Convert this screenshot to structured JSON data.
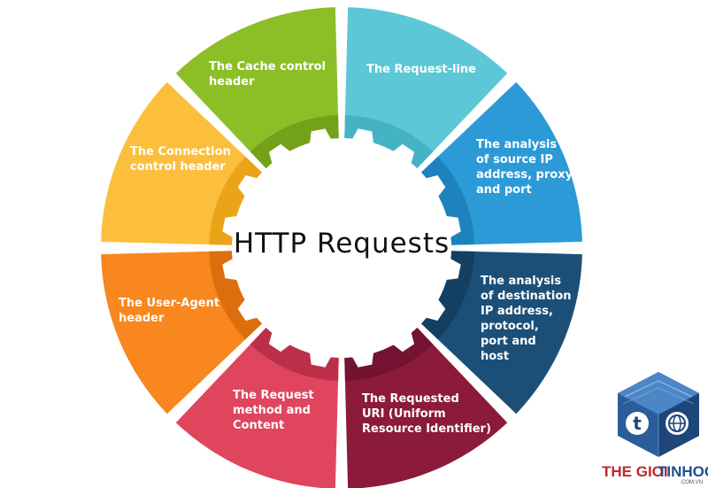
{
  "title": "HTTP Requests",
  "segments": [
    {
      "id": "request-line",
      "color": "#5cc7d6",
      "dark": "#3fb0c2",
      "lines": [
        "The Request-line"
      ]
    },
    {
      "id": "source-ip",
      "color": "#2c9ad6",
      "dark": "#1b7fba",
      "lines": [
        "The analysis",
        "of source IP",
        "address, proxy",
        "and port"
      ]
    },
    {
      "id": "destination-ip",
      "color": "#1b4f78",
      "dark": "#123c5e",
      "lines": [
        "The analysis",
        "of destination",
        "IP address,",
        "protocol,",
        "port and",
        "host"
      ]
    },
    {
      "id": "requested-uri",
      "color": "#8c1a3b",
      "dark": "#6e1230",
      "lines": [
        "The Requested",
        "URI (Uniform",
        "Resource Identifier)"
      ]
    },
    {
      "id": "request-method",
      "color": "#e0455e",
      "dark": "#b52c45",
      "lines": [
        "The Request",
        "method and",
        "Content"
      ]
    },
    {
      "id": "user-agent",
      "color": "#f7871e",
      "dark": "#d86a0a",
      "lines": [
        "The User-Agent",
        "header"
      ]
    },
    {
      "id": "connection-control",
      "color": "#fbbf3d",
      "dark": "#e89f12",
      "lines": [
        "The Connection",
        "control header"
      ]
    },
    {
      "id": "cache-control",
      "color": "#8cbf26",
      "dark": "#6f9b17",
      "lines": [
        "The Cache control",
        "header"
      ]
    }
  ],
  "brand": {
    "logo_icon": "cube-logo-icon",
    "part1": "THE GIOI",
    "part2": "TINHOC",
    "domain": ".COM.VN",
    "color1": "#c0272d",
    "color2": "#1f4f8f"
  }
}
